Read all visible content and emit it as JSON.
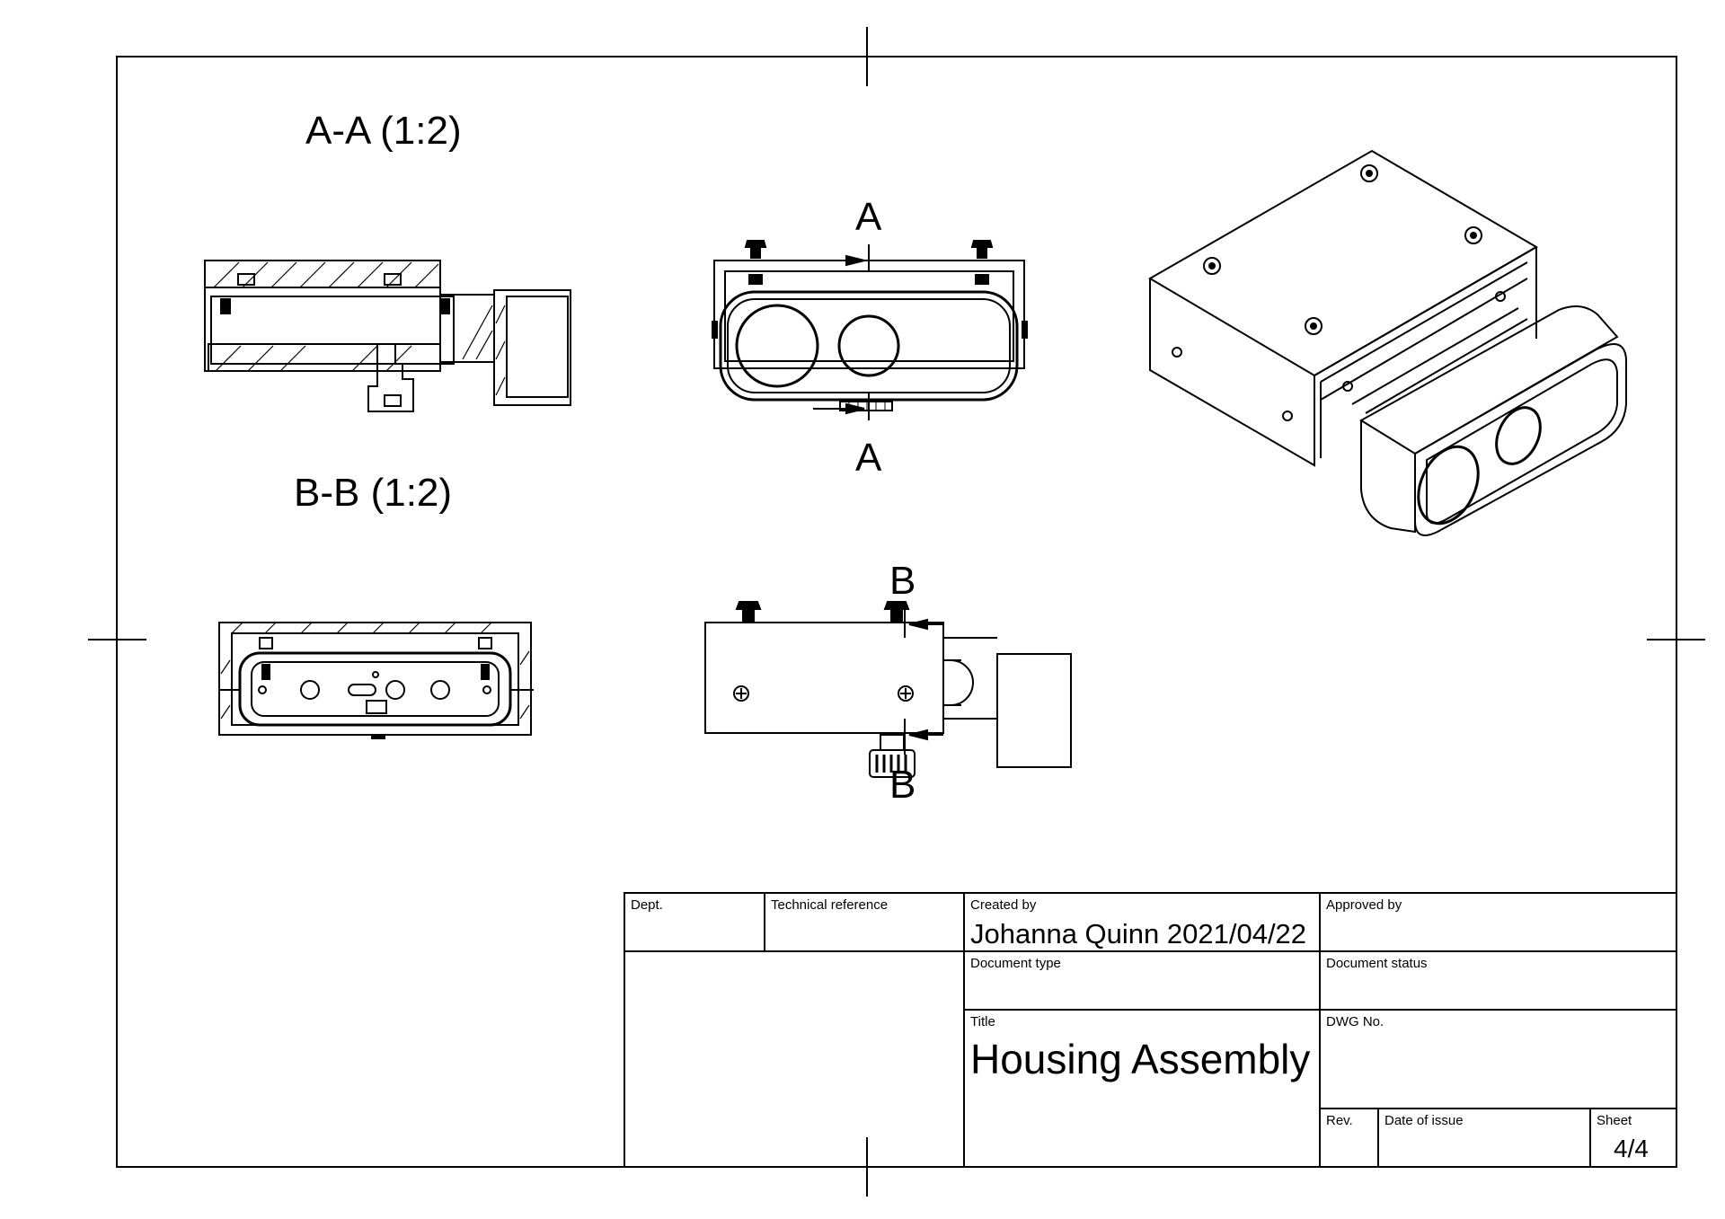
{
  "views": {
    "section_a_label": "A-A (1:2)",
    "section_b_label": "B-B (1:2)",
    "cut_a_top": "A",
    "cut_a_bottom": "A",
    "cut_b_top": "B",
    "cut_b_bottom": "B"
  },
  "title_block": {
    "dept_label": "Dept.",
    "tech_ref_label": "Technical reference",
    "created_by_label": "Created by",
    "created_by_value": "Johanna Quinn 2021/04/22",
    "approved_by_label": "Approved by",
    "doc_type_label": "Document type",
    "doc_status_label": "Document status",
    "title_label": "Title",
    "title_value": "Housing Assembly",
    "dwg_no_label": "DWG No.",
    "rev_label": "Rev.",
    "date_issue_label": "Date of issue",
    "sheet_label": "Sheet",
    "sheet_value": "4/4"
  },
  "colors": {
    "line": "#000000",
    "paper": "#ffffff"
  }
}
